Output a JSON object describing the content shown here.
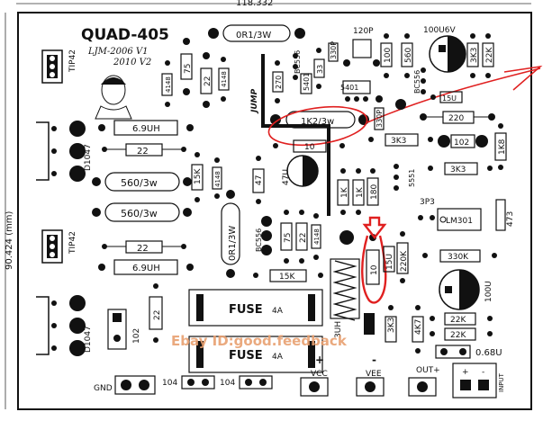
{
  "board": {
    "title": "QUAD-405",
    "subtitle_1": "LJM-2006  V1",
    "subtitle_2": "2010 V2",
    "dim_top": "118.332",
    "dim_left": "90.424 (mm)",
    "watermark": "Ebay ID:good.feedback"
  },
  "labels": {
    "tip42_a": "TIP42",
    "tip42_b": "TIP42",
    "d1047_a": "D1047",
    "d1047_b": "D1047",
    "l_69uh_a": "6.9UH",
    "r22_a": "22",
    "r560_a": "560/3w",
    "r560_b": "560/3w",
    "r22_b": "22",
    "l_69uh_b": "6.9UH",
    "r75": "75",
    "d4148_a": "4148",
    "r22_c": "22",
    "d4148_b": "4148",
    "r0r1_a": "0R1/3W",
    "jump": "JUMP",
    "bc556_a": "BC556",
    "r270": "270",
    "t5401": "5401",
    "r33": "33",
    "c330p": "330P",
    "c120p": "120P",
    "r100": "100",
    "r560": "560",
    "bc556_b": "BC556",
    "c100u6v": "100U6V",
    "r3k3_a": "3K3",
    "r22k_a": "22K",
    "t5401_b": "5401",
    "r1k2": "1K2/3w",
    "r15u": "15U",
    "r220": "220",
    "r3k3_b": "3K3",
    "r102": "102",
    "r1k8": "1K8",
    "r3k3_c": "3K3",
    "r10": "10",
    "c47u": "47U",
    "r47": "47",
    "r15k_a": "15K",
    "d4148_c": "4148",
    "r1k_a": "1K",
    "r1k_b": "1K",
    "r180": "180",
    "t5551": "5551",
    "c330_b": "330P",
    "r0r1_b": "0R1/3W",
    "bc556_c": "BC556",
    "r75_b": "75",
    "r22_d": "22",
    "d4148_d": "4148",
    "r15k_b": "15K",
    "c3p3": "3P3",
    "lm301": "LM301",
    "r473": "473",
    "r10_b": "10",
    "c15u": "15U",
    "r220k": "220K",
    "r330k": "330K",
    "c100u": "100U",
    "fuse1": "FUSE",
    "fuse1_val": "4A",
    "fuse2": "FUSE",
    "fuse2_val": "4A",
    "r22_e": "22",
    "c102": "102",
    "l3uh": "3UH",
    "r3k3_d": "3K3",
    "r4k7": "4K7",
    "r22k_b": "22K",
    "r22k_c": "22K",
    "c068u": "0.68U",
    "gnd": "GND",
    "c104_a": "104",
    "c104_b": "104",
    "vcc": "VCC",
    "vee": "VEE",
    "out": "OUT+",
    "plus": "+",
    "minus": "-",
    "plus2": "+",
    "minus2": "-",
    "input": "INPUT"
  }
}
